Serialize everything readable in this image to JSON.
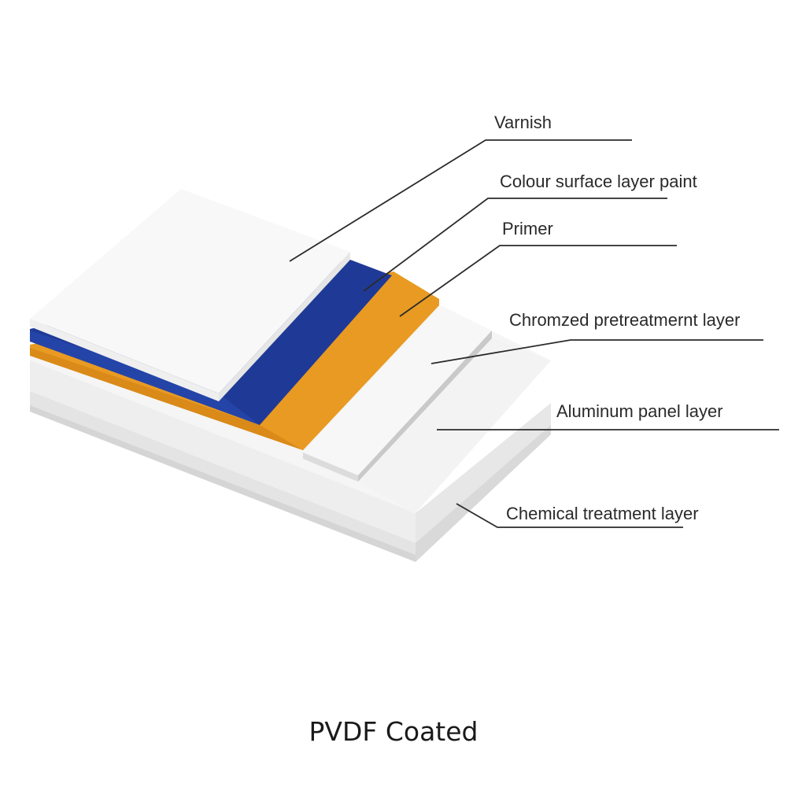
{
  "diagram": {
    "layers": [
      {
        "label": "Varnish",
        "color": "#f7f7f7"
      },
      {
        "label": "Colour surface layer paint",
        "color": "#1f3a96"
      },
      {
        "label": "Primer",
        "color": "#e89a22"
      },
      {
        "label": "Chromzed pretreatmernt layer",
        "color": "#f2f2f2"
      },
      {
        "label": "Aluminum panel layer",
        "color": "#ececec"
      },
      {
        "label": "Chemical treatment layer",
        "color": "#e2e2e2"
      }
    ],
    "caption": "PVDF Coated"
  }
}
